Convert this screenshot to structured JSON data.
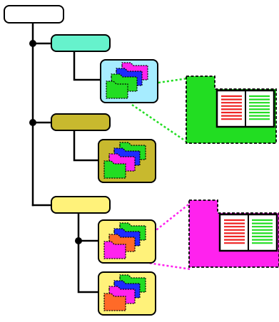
{
  "colors": {
    "root": "#ffffff",
    "teal": "#66f2cc",
    "olive": "#c8b92e",
    "yellow": "#fff27a",
    "thumb_teal_bg": "#a6ecff",
    "thumb_olive_bg": "#c8b92e",
    "thumb_yellow_bg": "#fff27a",
    "folder_green": "#22dd22",
    "folder_magenta": "#ff22ee",
    "folder_blue": "#1d2bff",
    "folder_orange": "#ff6a28",
    "book_red": "#ee2222",
    "book_green": "#22dd22",
    "connector_green": "#22dd22",
    "connector_magenta": "#ff22ee",
    "line": "#000000"
  },
  "icons": {
    "folder_stack": "folder-stack-icon",
    "book": "book-icon"
  },
  "nodes": [
    {
      "id": "root",
      "color": "root"
    },
    {
      "id": "teal",
      "color": "teal"
    },
    {
      "id": "olive",
      "color": "olive"
    },
    {
      "id": "yellow",
      "color": "yellow"
    }
  ],
  "thumbnails": [
    {
      "id": "thumb-teal",
      "bg": "thumb_teal_bg",
      "front": "folder_green",
      "stack": [
        "folder_magenta",
        "folder_blue",
        "folder_green"
      ]
    },
    {
      "id": "thumb-olive",
      "bg": "thumb_olive_bg",
      "front": "folder_green",
      "stack": [
        "folder_green",
        "folder_blue",
        "folder_magenta"
      ]
    },
    {
      "id": "thumb-yellow-1",
      "bg": "thumb_yellow_bg",
      "front": "folder_magenta",
      "stack": [
        "folder_green",
        "folder_blue",
        "folder_orange"
      ]
    },
    {
      "id": "thumb-yellow-2",
      "bg": "thumb_yellow_bg",
      "front": "folder_orange",
      "stack": [
        "folder_green",
        "folder_blue",
        "folder_magenta"
      ]
    }
  ],
  "expanded": [
    {
      "id": "expanded-green",
      "color": "folder_green",
      "from": "thumb-teal"
    },
    {
      "id": "expanded-magenta",
      "color": "folder_magenta",
      "from": "thumb-yellow-1"
    }
  ]
}
